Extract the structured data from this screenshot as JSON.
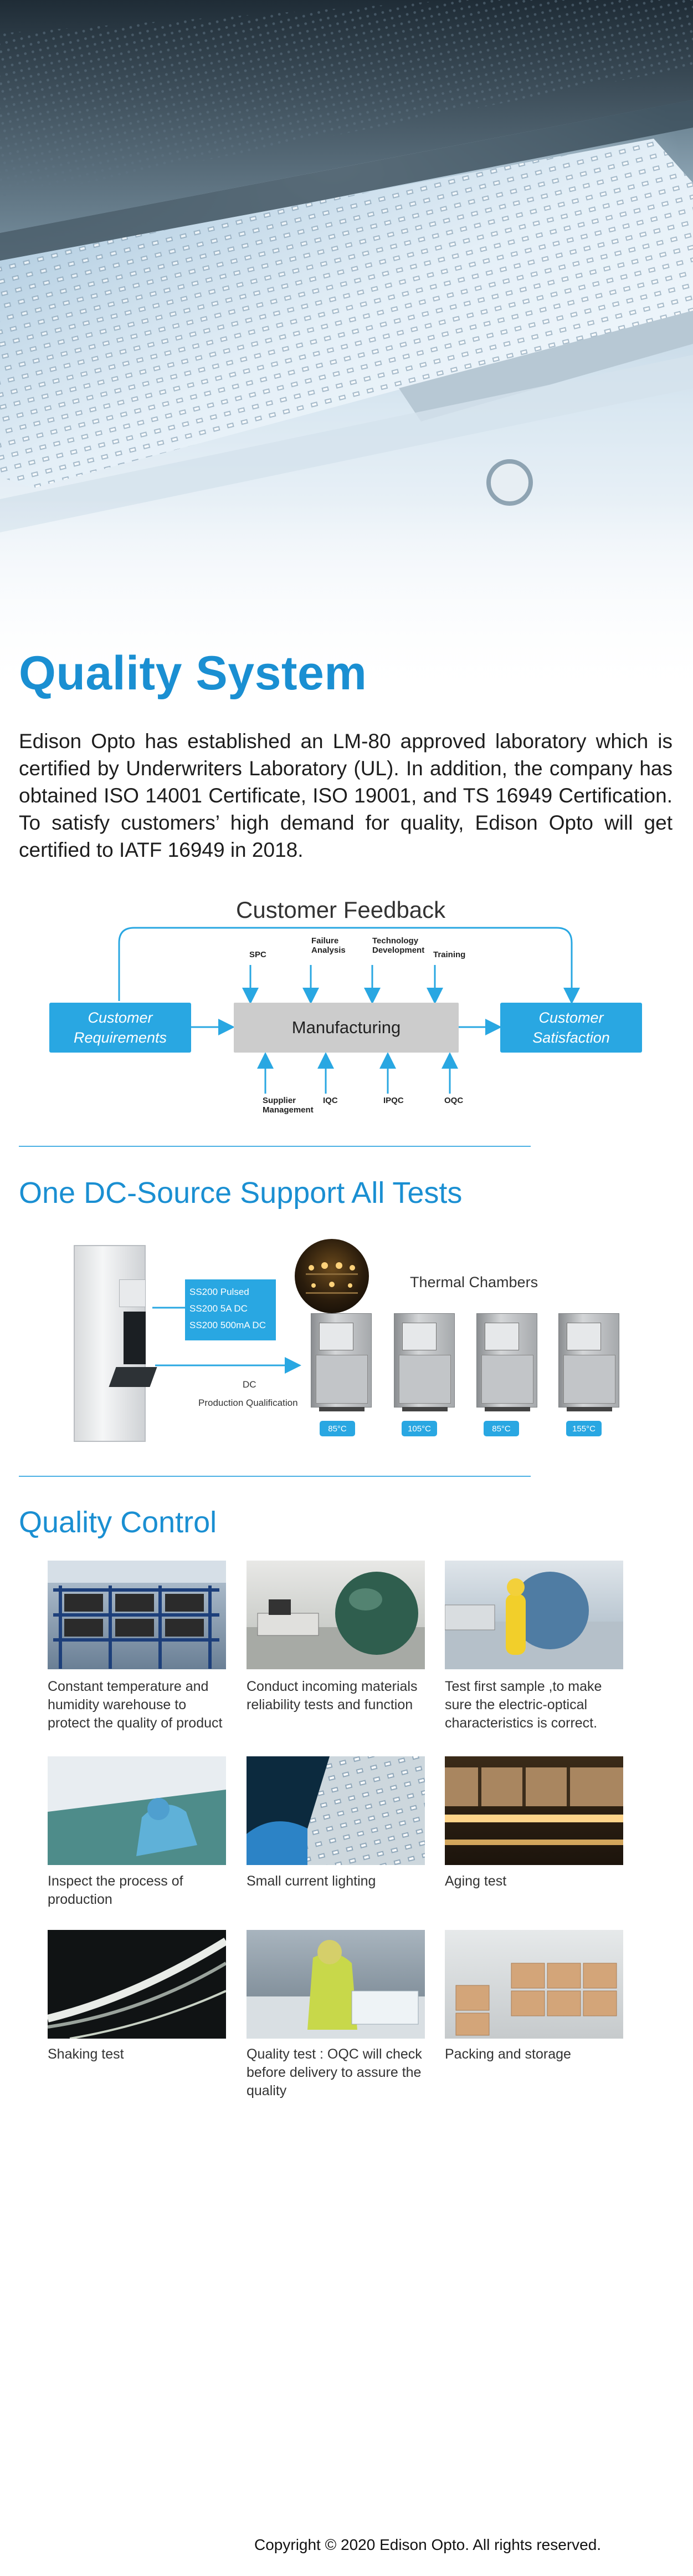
{
  "title": "Quality System",
  "intro": "Edison Opto has established an LM-80 approved laboratory which is certified by Underwriters Laboratory (UL).  In addition, the company has obtained ISO 14001 Certificate, ISO 19001, and TS 16949 Certification.  To satisfy customers’ high demand for quality, Edison Opto will get certified to IATF 16949 in 2018.",
  "flow": {
    "feedback_title": "Customer Feedback",
    "requirements": "Customer Requirements",
    "manufacturing": "Manufacturing",
    "satisfaction": "Customer Satisfaction",
    "top_inputs": [
      "SPC",
      "Failure Analysis",
      "Technology Development",
      "Training"
    ],
    "bottom_inputs": [
      "Supplier Management",
      "IQC",
      "IPQC",
      "OQC"
    ]
  },
  "dc_section": {
    "title": "One DC-Source Support All Tests",
    "sources": [
      "SS200 Pulsed",
      "SS200 5A DC",
      "SS200 500mA DC"
    ],
    "dc_label": "DC",
    "qualification_label": "Production Qualification",
    "chambers_label": "Thermal Chambers",
    "temperatures": [
      "85°C",
      "105°C",
      "85°C",
      "155°C"
    ]
  },
  "qc_section": {
    "title": "Quality Control",
    "items": [
      {
        "caption": "Constant temperature and humidity warehouse to protect the quality of product",
        "photo": "warehouse-shelves"
      },
      {
        "caption": "Conduct incoming materials reliability tests and function",
        "photo": "integrating-sphere"
      },
      {
        "caption": "Test first sample ,to make sure the electric-optical characteristics is correct.",
        "photo": "lab-technician"
      },
      {
        "caption": "Inspect the process of production",
        "photo": "production-inspection"
      },
      {
        "caption": "Small current lighting",
        "photo": "led-panel-lighting"
      },
      {
        "caption": "Aging test",
        "photo": "aging-test-racks"
      },
      {
        "caption": "Shaking  test",
        "photo": "light-streaks"
      },
      {
        "caption": "Quality test : OQC will check before delivery to assure the quality",
        "photo": "oqc-inspection"
      },
      {
        "caption": "Packing and storage",
        "photo": "packing-boxes"
      }
    ]
  },
  "colors": {
    "accent": "#1a8fd2",
    "box": "#29a7e2",
    "divider": "#4bb0e4"
  },
  "copyright": "Copyright © 2020 Edison Opto.  All rights reserved."
}
